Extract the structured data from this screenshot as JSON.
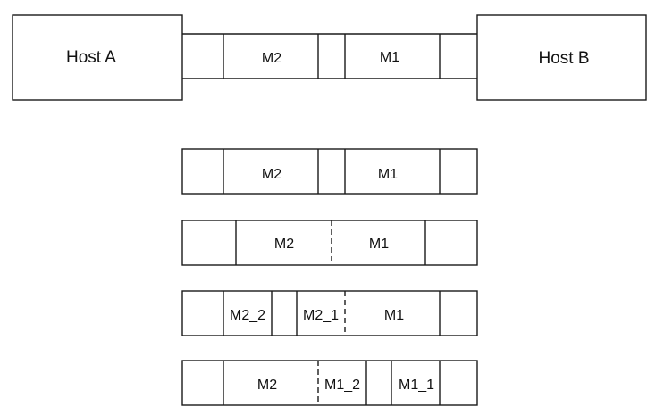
{
  "hosts": {
    "a": "Host A",
    "b": "Host B"
  },
  "channel": {
    "m2": "M2",
    "m1": "M1"
  },
  "rows": [
    {
      "m2": "M2",
      "m1": "M1"
    },
    {
      "m2": "M2",
      "m1": "M1"
    },
    {
      "m2_2": "M2_2",
      "m2_1": "M2_1",
      "m1": "M1"
    },
    {
      "m2": "M2",
      "m1_2": "M1_2",
      "m1_1": "M1_1"
    }
  ]
}
